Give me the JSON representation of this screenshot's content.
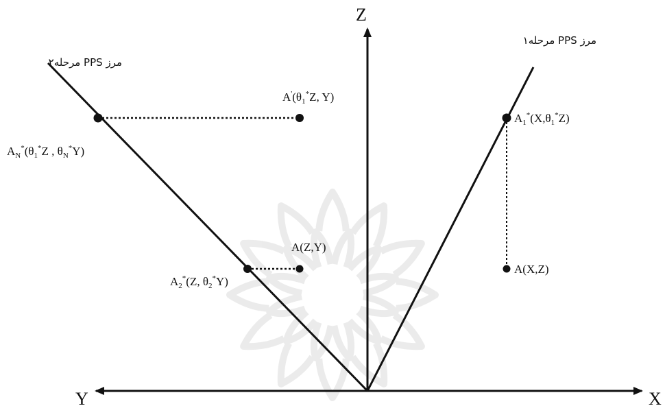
{
  "colors": {
    "ink": "#111111",
    "watermark": "#dcdcdc",
    "background": "#ffffff"
  },
  "axes": {
    "z_label": "Z",
    "y_label": "Y",
    "x_label": "X"
  },
  "boundaries": {
    "stage2_label": "مرز PPS مرحله۲",
    "stage1_label": "مرز PPS مرحله۱"
  },
  "points": {
    "a_prime": {
      "base": "A",
      "prime": "'",
      "open": "(θ",
      "sub1": "1",
      "sup1": "*",
      "rest": "Z, Y)"
    },
    "a_n_star": {
      "base": "A",
      "sub": "N",
      "sup": "*",
      "part1": "(θ",
      "sub1": "1",
      "sup1": "*",
      "part2": "Z , θ",
      "sub2": "N",
      "sup2": "*",
      "part3": "Y)"
    },
    "a_zy": {
      "text": "A(Z,Y)"
    },
    "a2_star": {
      "base": "A",
      "sub": "2",
      "sup": "*",
      "part1": "(Z, θ",
      "sub1": "2",
      "sup1": "*",
      "part2": "Y)"
    },
    "a1_star": {
      "base": "A",
      "sub": "1",
      "sup": "*",
      "part1": "(X,θ",
      "sub1": "1",
      "sup1": "*",
      "part2": "Z)"
    },
    "a_xz": {
      "text": "A(X,Z)"
    }
  },
  "watermark": {
    "icon": "ornament-watermark-icon"
  }
}
